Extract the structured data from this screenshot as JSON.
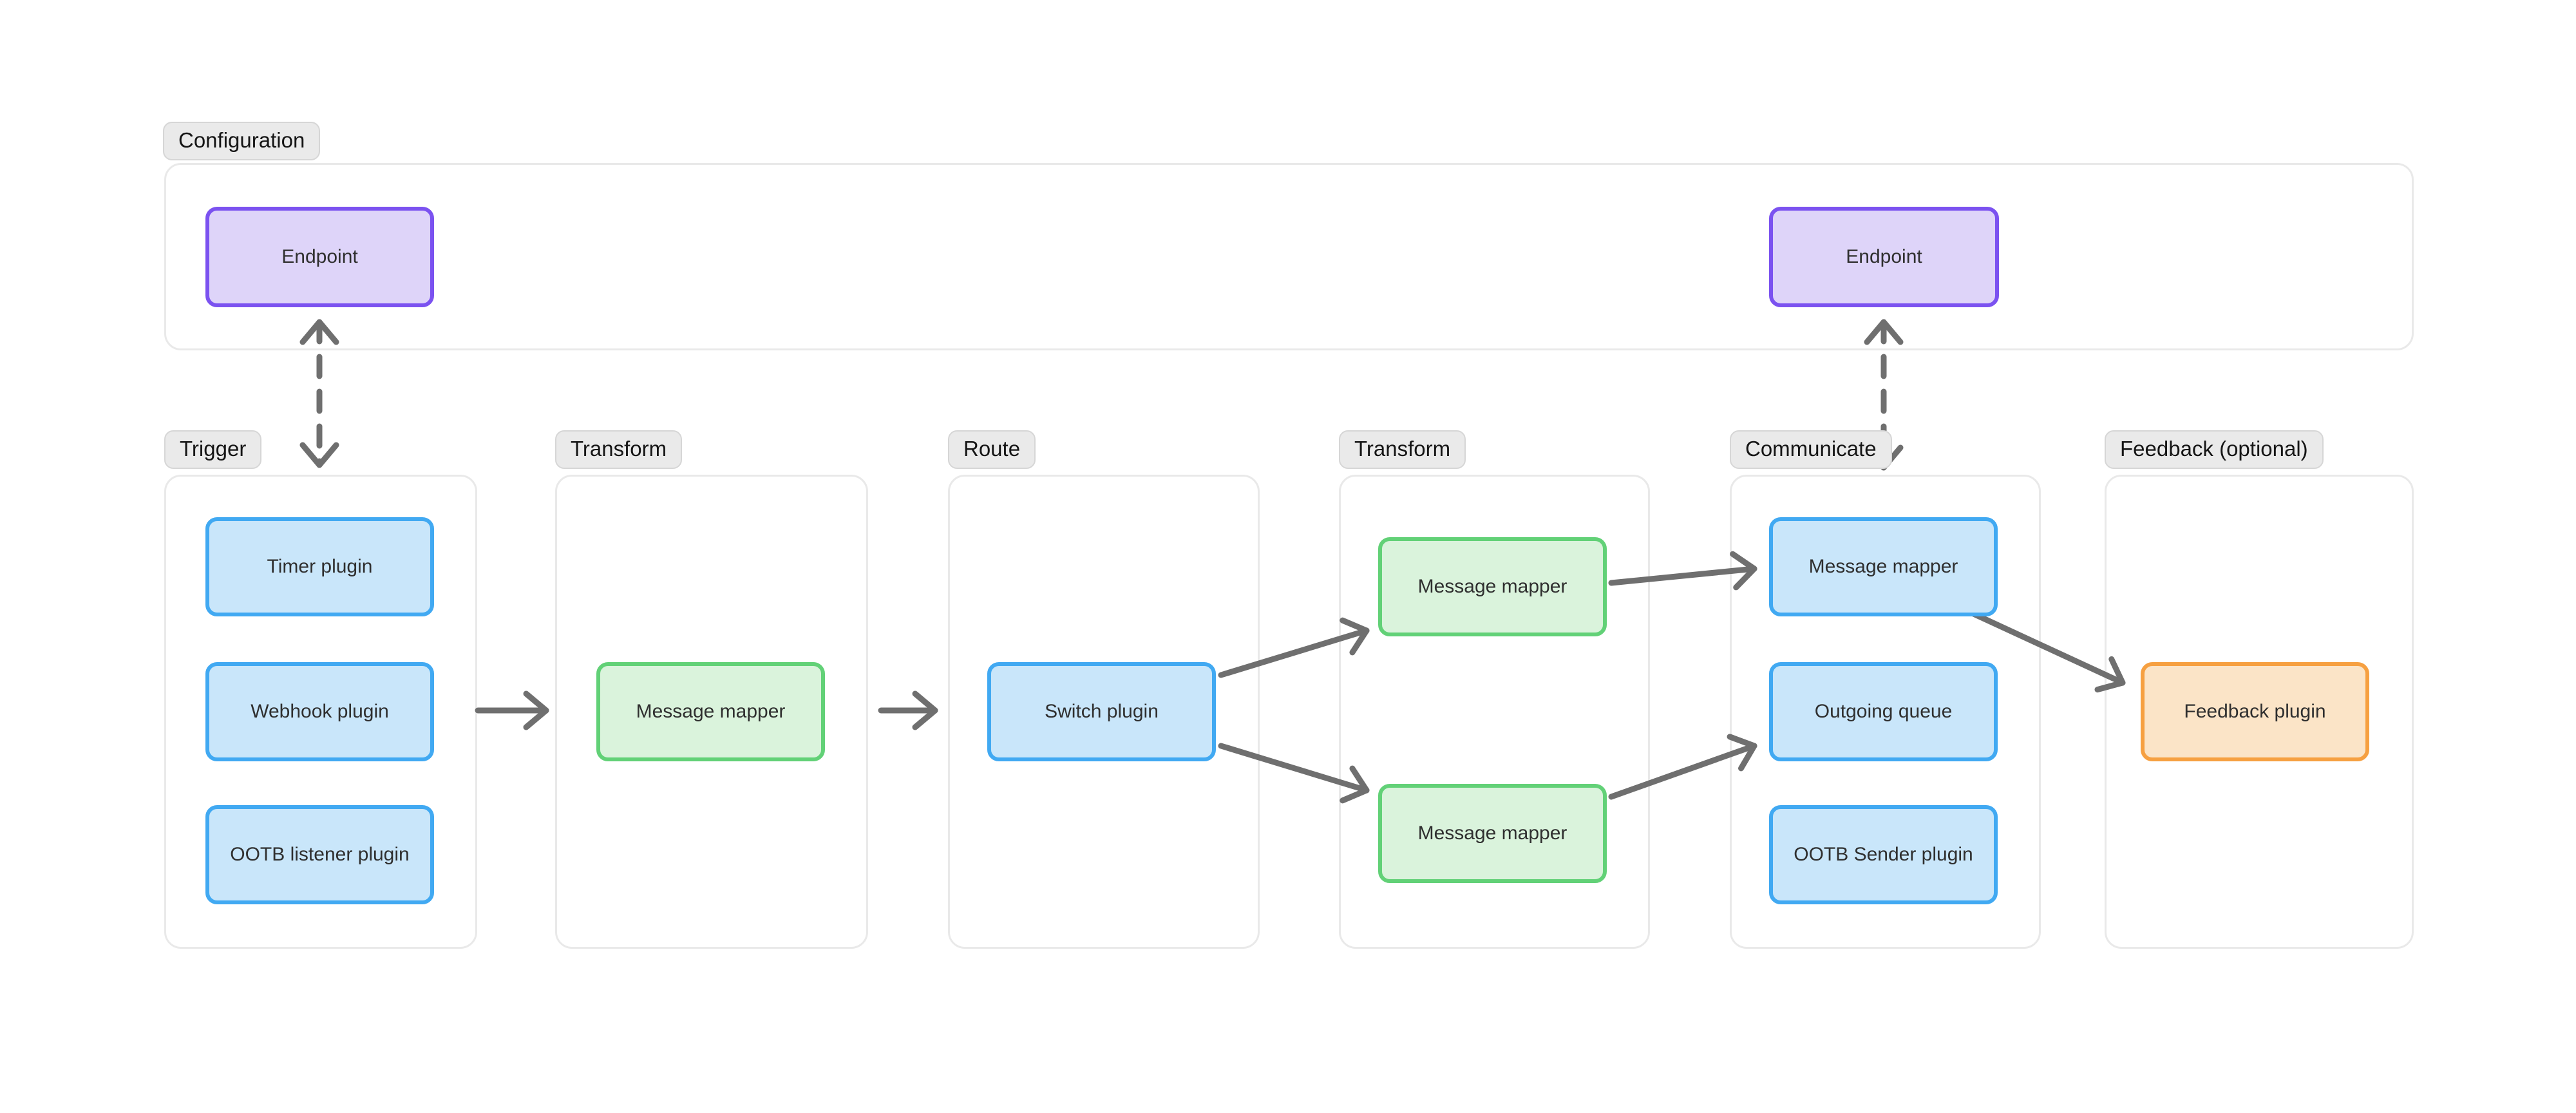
{
  "sections": [
    {
      "id": "configuration",
      "label": "Configuration"
    },
    {
      "id": "trigger",
      "label": "Trigger"
    },
    {
      "id": "transform-1",
      "label": "Transform"
    },
    {
      "id": "route",
      "label": "Route"
    },
    {
      "id": "transform-2",
      "label": "Transform"
    },
    {
      "id": "communicate",
      "label": "Communicate"
    },
    {
      "id": "feedback",
      "label": "Feedback (optional)"
    }
  ],
  "nodes": [
    {
      "id": "endpoint-left",
      "label": "Endpoint",
      "type": "purple"
    },
    {
      "id": "endpoint-right",
      "label": "Endpoint",
      "type": "purple"
    },
    {
      "id": "timer-plugin",
      "label": "Timer plugin",
      "type": "blue"
    },
    {
      "id": "webhook-plugin",
      "label": "Webhook plugin",
      "type": "blue"
    },
    {
      "id": "ootb-listener-plugin",
      "label": "OOTB listener plugin",
      "type": "blue"
    },
    {
      "id": "message-mapper-transform-1",
      "label": "Message mapper",
      "type": "green"
    },
    {
      "id": "switch-plugin",
      "label": "Switch plugin",
      "type": "blue"
    },
    {
      "id": "message-mapper-transform-2-top",
      "label": "Message mapper",
      "type": "green"
    },
    {
      "id": "message-mapper-transform-2-bottom",
      "label": "Message mapper",
      "type": "green"
    },
    {
      "id": "message-mapper-communicate",
      "label": "Message mapper",
      "type": "blue"
    },
    {
      "id": "outgoing-queue",
      "label": "Outgoing queue",
      "type": "blue"
    },
    {
      "id": "ootb-sender-plugin",
      "label": "OOTB Sender plugin",
      "type": "blue"
    },
    {
      "id": "feedback-plugin",
      "label": "Feedback plugin",
      "type": "orange"
    }
  ],
  "colors": {
    "purple_border": "#7B52F0",
    "purple_fill": "#DED4F9",
    "blue_border": "#41A9F2",
    "blue_fill": "#C9E6FA",
    "green_border": "#62D177",
    "green_fill": "#DAF3DC",
    "orange_border": "#F6A041",
    "orange_fill": "#FBE4C7",
    "label_bg": "#EAEAEA",
    "label_border": "#D6D6D6",
    "container_border": "#E9E9E9",
    "arrow": "#6F6F6F",
    "text": "#2F2F2F"
  }
}
